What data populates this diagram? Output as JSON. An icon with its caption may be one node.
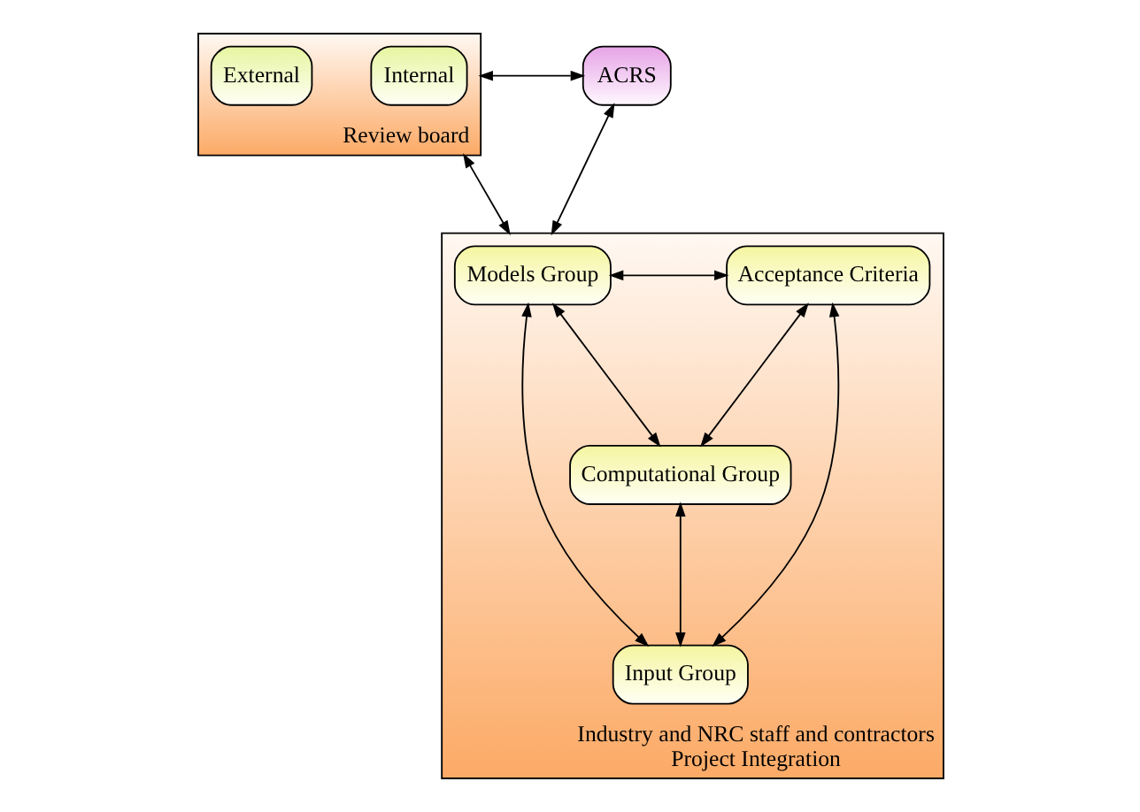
{
  "diagram": {
    "nodes": [
      {
        "text": [
          "Review board"
        ]
      },
      {
        "text": [
          "Internal"
        ],
        "in": 0
      },
      {
        "text": [
          "External"
        ],
        "in": 0
      },
      {
        "text": [
          "ACRS"
        ]
      },
      {
        "text": [
          "Industry and NRC staff and contractors",
          "Project Integration"
        ]
      },
      {
        "text": [
          "Models Group"
        ],
        "in": 4
      },
      {
        "text": [
          "Acceptance Criteria"
        ],
        "in": 4
      },
      {
        "text": [
          "Computational Group"
        ],
        "in": 4
      },
      {
        "text": [
          "Input Group"
        ],
        "in": 4
      }
    ],
    "edges": [
      {
        "from": 0,
        "to": 3,
        "arrow": "both"
      },
      {
        "from": 0,
        "to": 4,
        "arrow": "both"
      },
      {
        "from": 3,
        "to": 4,
        "arrow": "both"
      },
      {
        "from": 5,
        "to": 6,
        "arrow": "both"
      },
      {
        "from": 5,
        "to": 7,
        "arrow": "both"
      },
      {
        "from": 6,
        "to": 7,
        "arrow": "both"
      },
      {
        "from": 7,
        "to": 8,
        "arrow": "both"
      },
      {
        "from": 5,
        "to": 8,
        "arrow": "both"
      },
      {
        "from": 6,
        "to": 8,
        "arrow": "both"
      }
    ]
  }
}
